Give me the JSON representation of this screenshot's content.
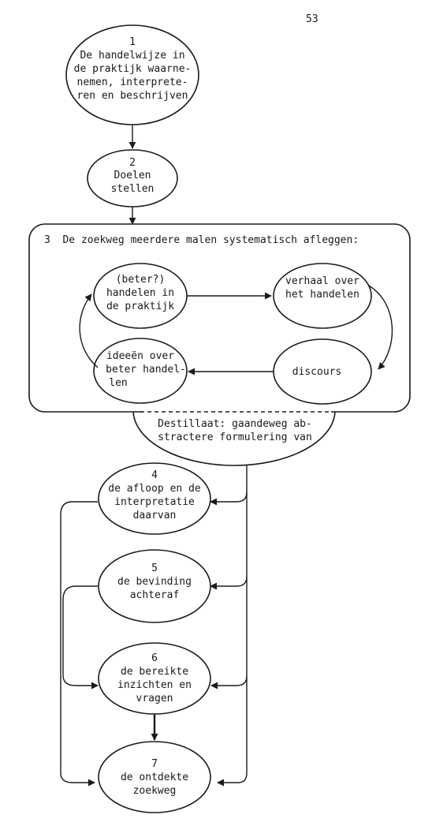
{
  "page_number": "53",
  "nodes": {
    "n1": {
      "number": "1",
      "lines": [
        "De handelwijze in",
        "de praktijk waarne-",
        "nemen, interprete-",
        "ren en beschrijven"
      ]
    },
    "n2": {
      "number": "2",
      "lines": [
        "Doelen",
        "stellen"
      ]
    },
    "box3": {
      "title": "3  De zoekweg meerdere malen systematisch afleggen:"
    },
    "c_act": {
      "lines": [
        "(beter?)",
        "handelen in",
        "de praktijk"
      ]
    },
    "c_story": {
      "lines": [
        "verhaal over",
        "het handelen"
      ]
    },
    "c_disc": {
      "lines": [
        "discours"
      ]
    },
    "c_ideas": {
      "lines": [
        "ideeën over",
        "beter handel-",
        "len"
      ]
    },
    "distillate": {
      "lines": [
        "Destillaat: gaandeweg ab-",
        "stractere formulering van"
      ]
    },
    "n4": {
      "number": "4",
      "lines": [
        "de afloop en de",
        "interpretatie",
        "daarvan"
      ]
    },
    "n5": {
      "number": "5",
      "lines": [
        "de bevinding",
        "achteraf"
      ]
    },
    "n6": {
      "number": "6",
      "lines": [
        "de bereikte",
        "inzichten en",
        "vragen"
      ]
    },
    "n7": {
      "number": "7",
      "lines": [
        "de ontdekte",
        "zoekweg"
      ]
    }
  }
}
